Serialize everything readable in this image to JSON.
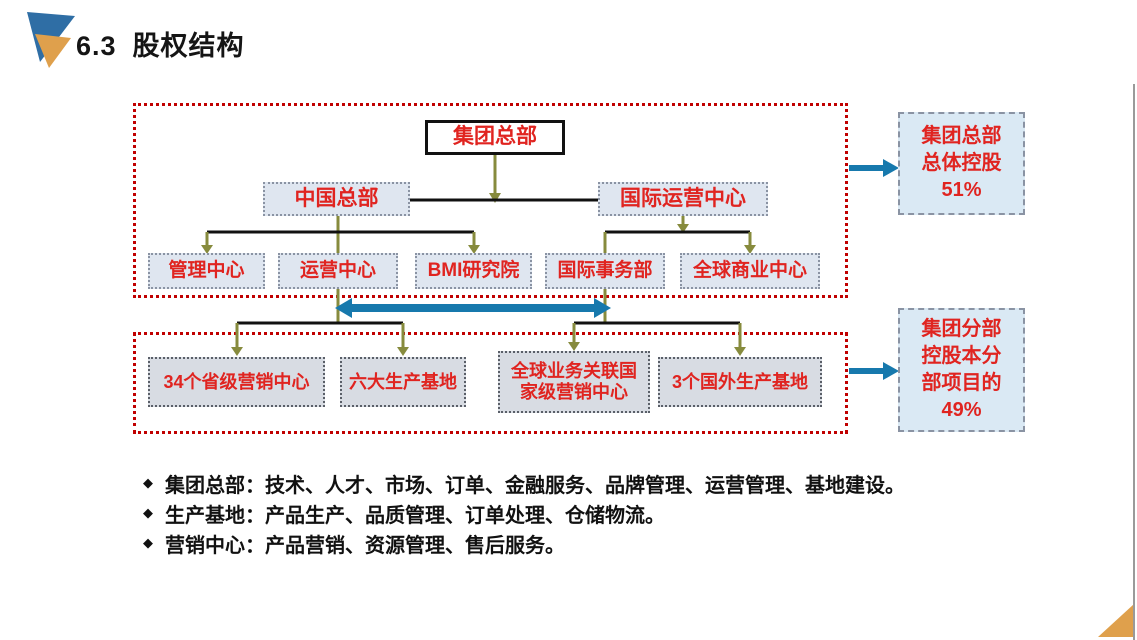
{
  "header": {
    "section_number": "6.3",
    "title": "股权结构"
  },
  "diagram": {
    "root": "集团总部",
    "level2": [
      "中国总部",
      "国际运营中心"
    ],
    "level3": [
      "管理中心",
      "运营中心",
      "BMI研究院",
      "国际事务部",
      "全球商业中心"
    ],
    "level4": [
      {
        "label": "34个省级营销中心"
      },
      {
        "label": "六大生产基地"
      },
      {
        "label": "全球业务关联国家级营销中心",
        "line1": "全球业务关联国",
        "line2": "家级营销中心"
      },
      {
        "label": "3个国外生产基地"
      }
    ],
    "annotation_top": {
      "lines": [
        "集团总部",
        "总体控股",
        "51%"
      ]
    },
    "annotation_bottom": {
      "lines": [
        "集团分部",
        "控股本分",
        "部项目的",
        "49%"
      ]
    }
  },
  "bullets": [
    "集团总部：技术、人才、市场、订单、金融服务、品牌管理、运营管理、基地建设。",
    "生产基地：产品生产、品质管理、订单处理、仓储物流。",
    "营销中心：产品营销、资源管理、售后服务。"
  ],
  "colors": {
    "accent_red": "#e02420",
    "frame_red": "#c00000",
    "node_fill_blue": "#dfe6f0",
    "node_fill_gray": "#d8dce3",
    "annotation_fill": "#dae9f4",
    "connector_olive": "#878b3d",
    "connector_black": "#111111",
    "arrow_teal": "#1779ad",
    "logo_blue": "#2f6ea5",
    "logo_orange": "#dfa04c"
  }
}
